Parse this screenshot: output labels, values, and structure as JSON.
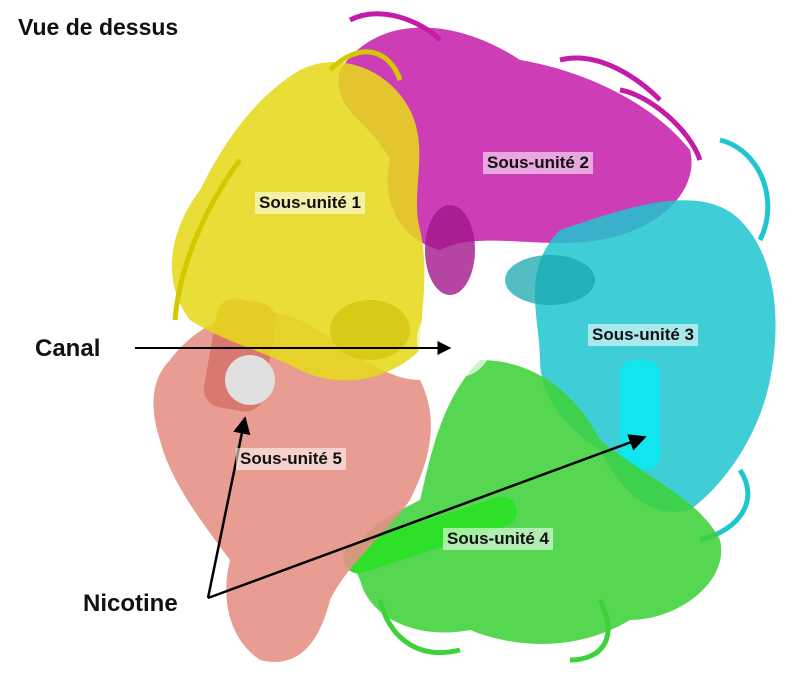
{
  "title": "Vue de dessus",
  "subunits": [
    {
      "label": "Sous-unité 1",
      "color": "#e6d81c"
    },
    {
      "label": "Sous-unité 2",
      "color": "#c41ba8"
    },
    {
      "label": "Sous-unité 3",
      "color": "#1fc6cf"
    },
    {
      "label": "Sous-unité 4",
      "color": "#3ed23a"
    },
    {
      "label": "Sous-unité 5",
      "color": "#e59186"
    }
  ],
  "annotations": {
    "channel": "Canal",
    "ligand": "Nicotine"
  }
}
